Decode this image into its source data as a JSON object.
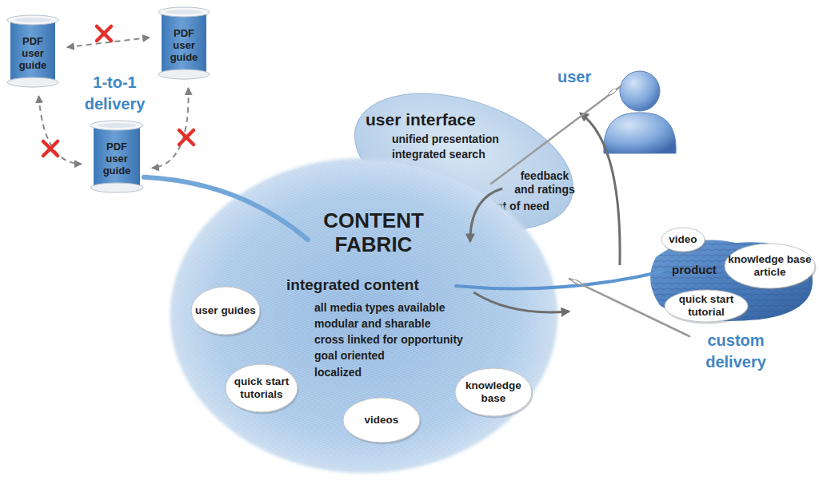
{
  "diagram": {
    "nodes": [
      {
        "text": [
          "PDF user guide"
        ]
      },
      {
        "text": [
          "PDF user guide"
        ]
      },
      {
        "text": [
          "PDF user guide"
        ]
      },
      {
        "text": [
          "user"
        ]
      },
      {
        "text": [
          "user interface",
          "unified presentation",
          "integrated search",
          "feedback and ratings",
          "point of need"
        ]
      },
      {
        "text": [
          "CONTENT FABRIC",
          "integrated content",
          "all media types available",
          "modular and sharable",
          "cross linked for opportunity",
          "goal oriented",
          "localized"
        ]
      },
      {
        "text": [
          "user guides"
        ],
        "in": 5
      },
      {
        "text": [
          "quick start tutorials"
        ],
        "in": 5
      },
      {
        "text": [
          "videos"
        ],
        "in": 5
      },
      {
        "text": [
          "knowledge base"
        ],
        "in": 5
      },
      {
        "text": [
          "product"
        ]
      },
      {
        "text": [
          "video"
        ],
        "in": 10
      },
      {
        "text": [
          "knowledge base article"
        ],
        "in": 10
      },
      {
        "text": [
          "quick start tutorial"
        ],
        "in": 10
      }
    ],
    "edges": [
      {
        "from": 0,
        "to": 1,
        "arrow": "both"
      },
      {
        "from": 0,
        "to": 2,
        "arrow": "both"
      },
      {
        "from": 1,
        "to": 2,
        "arrow": "both"
      },
      {
        "from": 2,
        "to": 5,
        "arrow": "none"
      },
      {
        "from": 4,
        "to": 5,
        "arrow": "to"
      },
      {
        "from": 5,
        "to": 10,
        "arrow": "to"
      },
      {
        "from": 10,
        "to": 4,
        "arrow": "to"
      },
      {
        "from": 5,
        "to": 10,
        "arrow": "none"
      }
    ],
    "labels": [
      "1-to-1 delivery",
      "custom delivery"
    ]
  }
}
